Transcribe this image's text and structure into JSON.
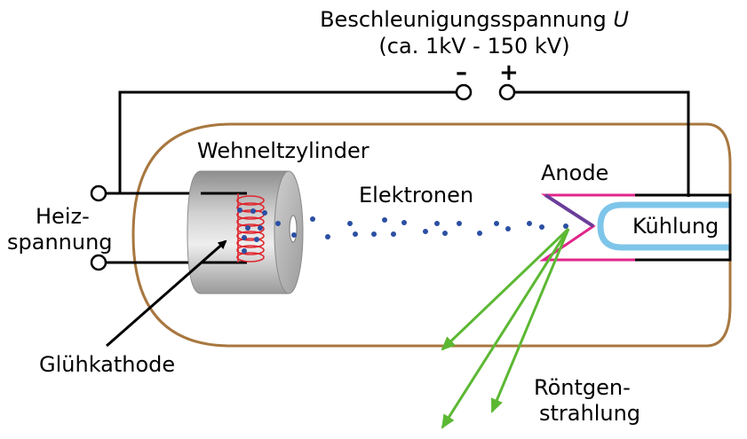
{
  "title": {
    "line1": "Beschleunigungsspannung",
    "symbol": "U",
    "line2": "(ca. 1kV - 150 kV)"
  },
  "terminals": {
    "minus": "–",
    "plus": "+"
  },
  "labels": {
    "wehnelt": "Wehneltzylinder",
    "elektronen": "Elektronen",
    "anode": "Anode",
    "kuehlung": "Kühlung",
    "heiz_line1": "Heiz-",
    "heiz_line2": "spannung",
    "gluehkathode": "Glühkathode",
    "roentgen_line1": "Röntgen-",
    "roentgen_line2": "strahlung"
  },
  "colors": {
    "tube_outline": "#a8773f",
    "wire": "#000000",
    "filament": "#e0262e",
    "electron": "#2b4fa3",
    "anode": "#e0268a",
    "anode_target": "#6a3d9a",
    "cooling": "#7ec5ea",
    "xray": "#5cb833",
    "wehnelt_body": "#b0b0b0"
  },
  "icons": [
    "terminal-circle",
    "arrow",
    "coil"
  ]
}
